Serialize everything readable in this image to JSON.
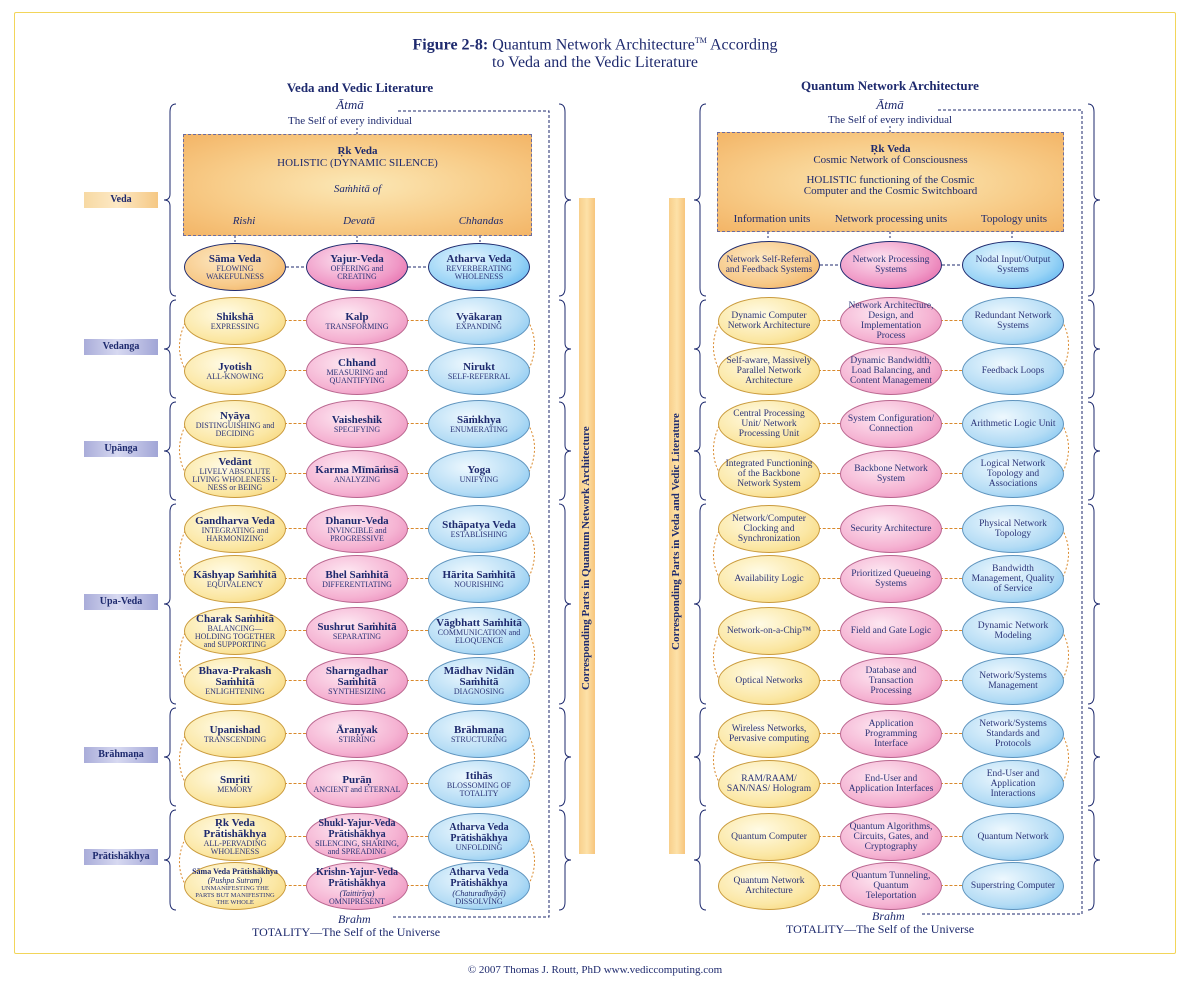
{
  "figure": {
    "label": "Figure 2-8:",
    "title_line1": "Quantum Network Architecture",
    "tm": "TM",
    "title_line1_end": "According",
    "title_line2": "to Veda and the Vedic Literature"
  },
  "left": {
    "title": "Veda and Vedic Literature",
    "atma": "Ātmā",
    "atma_sub": "The Self of every individual",
    "box": {
      "rk": "Ṛk Veda",
      "rk_sub": "HOLISTIC (DYNAMIC SILENCE)",
      "samhita": "Saṁhitā of",
      "cols": [
        "Rishi",
        "Devatā",
        "Chhandas"
      ]
    },
    "top_ovals": [
      {
        "name": "Sāma Veda",
        "desc": "FLOWING WAKEFULNESS"
      },
      {
        "name": "Yajur-Veda",
        "desc": "OFFERING and CREATING"
      },
      {
        "name": "Atharva Veda",
        "desc": "REVERBERATING WHOLENESS"
      }
    ],
    "rows": [
      [
        {
          "name": "Shikshā",
          "desc": "EXPRESSING"
        },
        {
          "name": "Kalp",
          "desc": "TRANSFORMING"
        },
        {
          "name": "Vyākaraṇ",
          "desc": "EXPANDING"
        }
      ],
      [
        {
          "name": "Jyotish",
          "desc": "ALL-KNOWING"
        },
        {
          "name": "Chhand",
          "desc": "MEASURING and QUANTIFYING"
        },
        {
          "name": "Nirukt",
          "desc": "SELF-REFERRAL"
        }
      ],
      [
        {
          "name": "Nyāya",
          "desc": "DISTINGUISHING and DECIDING"
        },
        {
          "name": "Vaisheshik",
          "desc": "SPECIFYING"
        },
        {
          "name": "Sāṁkhya",
          "desc": "ENUMERATING"
        }
      ],
      [
        {
          "name": "Vedānt",
          "desc": "LIVELY ABSOLUTE LIVING WHOLENESS I-NESS or BEING"
        },
        {
          "name": "Karma Mīmāṁsā",
          "desc": "ANALYZING"
        },
        {
          "name": "Yoga",
          "desc": "UNIFYING"
        }
      ],
      [
        {
          "name": "Gandharva Veda",
          "desc": "INTEGRATING and HARMONIZING"
        },
        {
          "name": "Dhanur-Veda",
          "desc": "INVINCIBLE and PROGRESSIVE"
        },
        {
          "name": "Sthāpatya Veda",
          "desc": "ESTABLISHING"
        }
      ],
      [
        {
          "name": "Kāshyap Saṁhitā",
          "desc": "EQUIVALENCY"
        },
        {
          "name": "Bhel Saṁhitā",
          "desc": "DIFFERENTIATING"
        },
        {
          "name": "Hārita Saṁhitā",
          "desc": "NOURISHING"
        }
      ],
      [
        {
          "name": "Charak Saṁhitā",
          "desc": "BALANCING—HOLDING TOGETHER and SUPPORTING"
        },
        {
          "name": "Sushrut Saṁhitā",
          "desc": "SEPARATING"
        },
        {
          "name": "Vāgbhatt Saṁhitā",
          "desc": "COMMUNICATION and ELOQUENCE"
        }
      ],
      [
        {
          "name": "Bhava-Prakash Saṁhitā",
          "desc": "ENLIGHTENING"
        },
        {
          "name": "Sharngadhar Saṁhitā",
          "desc": "SYNTHESIZING"
        },
        {
          "name": "Mādhav Nidān Saṁhitā",
          "desc": "DIAGNOSING"
        }
      ],
      [
        {
          "name": "Upanishad",
          "desc": "TRANSCENDING"
        },
        {
          "name": "Āraṇyak",
          "desc": "STIRRING"
        },
        {
          "name": "Brāhmaṇa",
          "desc": "STRUCTURING"
        }
      ],
      [
        {
          "name": "Smṛiti",
          "desc": "MEMORY"
        },
        {
          "name": "Purāṇ",
          "desc": "ANCIENT and ETERNAL"
        },
        {
          "name": "Itihās",
          "desc": "BLOSSOMING OF TOTALITY"
        }
      ],
      [
        {
          "name": "Ṛk Veda Prātishākhya",
          "desc": "ALL-PERVADING WHOLENESS"
        },
        {
          "name": "Shukl-Yajur-Veda Prātishākhya",
          "desc": "SILENCING, SHARING, and SPREADING"
        },
        {
          "name": "Atharva Veda Prātishākhya",
          "desc": "UNFOLDING"
        }
      ],
      [
        {
          "name": "Sāma Veda Prātishākhya",
          "italic": "(Pushpa Sutram)",
          "desc": "UNMANIFESTING THE PARTS BUT MANIFESTING THE WHOLE"
        },
        {
          "name": "Krishn-Yajur-Veda Prātishākhya",
          "italic": "(Taittirīya)",
          "desc": "OMNIPRESENT"
        },
        {
          "name": "Atharva Veda Prātishākhya",
          "italic": "(Chaturadhyāyī)",
          "desc": "DISSOLVING"
        }
      ]
    ],
    "brahm": "Brahm",
    "totality": "TOTALITY—The Self of the Universe"
  },
  "categories": [
    "Veda",
    "Vedanga",
    "Upānga",
    "Upa-Veda",
    "Brāhmaṇa",
    "Prātishākhya"
  ],
  "vertical_labels": {
    "left": "Corresponding Parts in Quantum Network Architecture",
    "right": "Corresponding Parts in Veda and Vedic Literature"
  },
  "right": {
    "title": "Quantum Network Architecture",
    "atma": "Ātmā",
    "atma_sub": "The Self of every individual",
    "box": {
      "rk": "Ṛk Veda",
      "rk_sub": "Cosmic Network of Consciousness",
      "holistic1": "HOLISTIC functioning of the Cosmic",
      "holistic2": "Computer and the Cosmic Switchboard",
      "cols": [
        "Information units",
        "Network processing units",
        "Topology units"
      ]
    },
    "top_ovals": [
      {
        "text": "Network Self-Referral and Feedback Systems"
      },
      {
        "text": "Network Processing Systems"
      },
      {
        "text": "Nodal Input/Output Systems"
      }
    ],
    "rows": [
      [
        "Dynamic Computer Network Architecture",
        "Network Architecture, Design, and Implementation Process",
        "Redundant Network Systems"
      ],
      [
        "Self-aware, Massively Parallel Network Architecture",
        "Dynamic Bandwidth, Load Balancing, and Content Management",
        "Feedback Loops"
      ],
      [
        "Central Processing Unit/ Network Processing Unit",
        "System Configuration/ Connection",
        "Arithmetic Logic Unit"
      ],
      [
        "Integrated Functioning of the Backbone Network System",
        "Backbone Network System",
        "Logical Network Topology and Associations"
      ],
      [
        "Network/Computer Clocking and Synchronization",
        "Security Architecture",
        "Physical Network Topology"
      ],
      [
        "Availability Logic",
        "Prioritized Queueing Systems",
        "Bandwidth Management, Quality of Service"
      ],
      [
        "Network-on-a-Chip™",
        "Field and Gate Logic",
        "Dynamic Network Modeling"
      ],
      [
        "Optical Networks",
        "Database and Transaction Processing",
        "Network/Systems Management"
      ],
      [
        "Wireless Networks, Pervasive computing",
        "Application Programming Interface",
        "Network/Systems Standards and Protocols"
      ],
      [
        "RAM/RAAM/ SAN/NAS/ Hologram",
        "End-User and Application Interfaces",
        "End-User and Application Interactions"
      ],
      [
        "Quantum Computer",
        "Quantum Algorithms, Circuits, Gates, and Cryptography",
        "Quantum Network"
      ],
      [
        "Quantum Network Architecture",
        "Quantum Tunneling, Quantum Teleportation",
        "Superstring Computer"
      ]
    ],
    "brahm": "Brahm",
    "totality": "TOTALITY—The Self of the Universe"
  },
  "footer": "© 2007 Thomas J. Routt, PhD     www.vediccomputing.com",
  "colors": {
    "navy": "#1e2a6e",
    "frame": "#f2d55a",
    "yellow": "#f5cf6a",
    "pink": "#e77db2",
    "blue": "#6fbdf0",
    "orange": "#f0a751",
    "connector": "#d9892c"
  }
}
